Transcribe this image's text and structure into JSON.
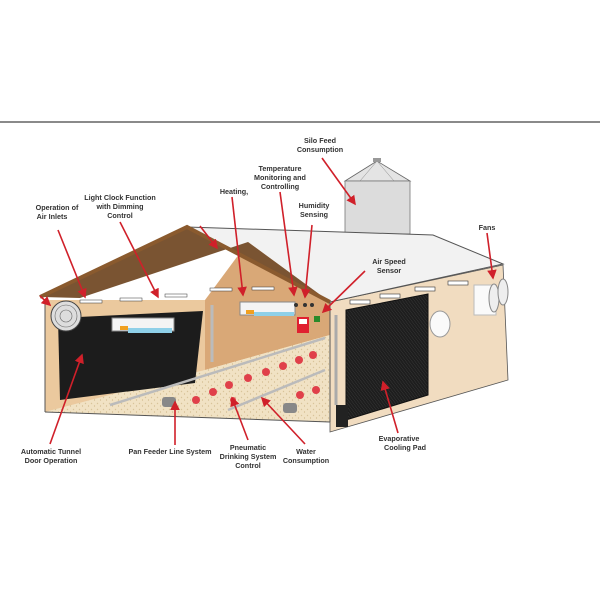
{
  "diagram": {
    "labels": {
      "silo": [
        "Silo Feed",
        "Consumption"
      ],
      "temperature": [
        "Temperature",
        "Monitoring and",
        "Controlling"
      ],
      "heating": [
        "Heating,"
      ],
      "humidity": [
        "Humidity",
        "Sensing"
      ],
      "light_clock": [
        "Light Clock Function",
        "with Dimming",
        "Control"
      ],
      "air_inlets": [
        "Operation of",
        "Air Inlets"
      ],
      "fans": [
        "Fans"
      ],
      "air_speed": [
        "Air Speed",
        "Sensor"
      ],
      "tunnel_door": [
        "Automatic Tunnel",
        "Door Operation"
      ],
      "pan_feeder": [
        "Pan Feeder Line System"
      ],
      "pneumatic": [
        "Pneumatic",
        "Drinking System",
        "Control"
      ],
      "water": [
        "Water",
        "Consumption"
      ],
      "cooling_pad": [
        "Evaporative",
        "Cooling Pad"
      ]
    },
    "colors": {
      "arrow": "#d0202a",
      "roof": "#f2f2f2",
      "wall": "#f1dcc0",
      "interior": "#d9a877",
      "cooling_pad": "#1e1e1e"
    }
  }
}
